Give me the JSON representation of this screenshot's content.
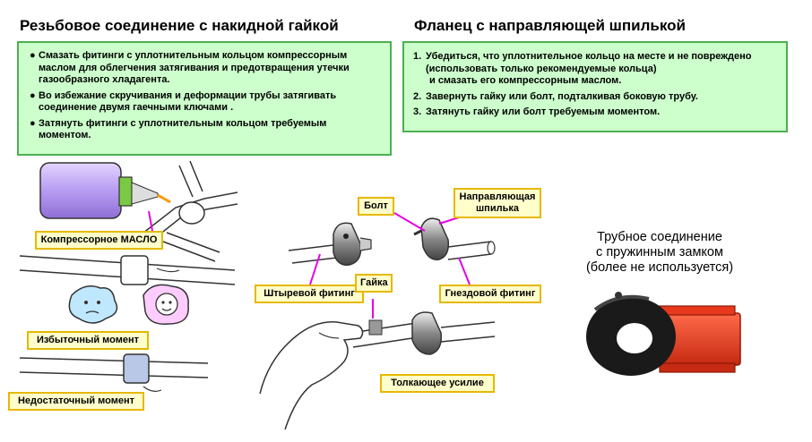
{
  "left": {
    "title": "Резьбовое соединение с накидной гайкой",
    "items": [
      {
        "lines": [
          "Смазать фитинги с уплотнительным кольцом компрессорным",
          "маслом для облегчения затягивания и предотвращения утечки",
          "газообразного хладагента."
        ]
      },
      {
        "lines": [
          "Во избежание скручивания и деформации трубы затягивать",
          "соединение двумя гаечными ключами ."
        ]
      },
      {
        "lines": [
          "Затянуть фитинги с уплотнительным кольцом требуемым",
          "моментом."
        ]
      }
    ],
    "labels": {
      "oil": "Компрессорное МАСЛО",
      "excess": "Избыточный момент",
      "insufficient": "Недостаточный момент"
    }
  },
  "right": {
    "title": "Фланец с направляющей шпилькой",
    "items": [
      {
        "num": "1.",
        "lines": [
          "Убедиться, что уплотнительное кольцо на месте и не повреждено",
          "(использовать только рекомендуемые кольца)",
          "и смазать его компрессорным маслом."
        ]
      },
      {
        "num": "2.",
        "lines": [
          "Завернуть гайку или болт, подталкивая боковую трубу."
        ]
      },
      {
        "num": "3.",
        "lines": [
          "Затянуть гайку или болт требуемым моментом."
        ]
      }
    ]
  },
  "middle": {
    "labels": {
      "bolt": "Болт",
      "guide_line1": "Направляющая",
      "guide_line2": "шпилька",
      "male": "Штыревой фитинг",
      "nut": "Гайка",
      "female": "Гнездовой фитинг",
      "push": "Толкающее усилие"
    }
  },
  "spring": {
    "lines": [
      "Трубное соединение",
      "с пружинным замком",
      "(более не используется)"
    ]
  },
  "colors": {
    "box_fill": "#ccffcc",
    "box_border": "#4caf50",
    "label_fill": "#ffffcc",
    "label_border": "#e6b800",
    "leader": "#e600e6",
    "lock_red": "#e8391d"
  }
}
